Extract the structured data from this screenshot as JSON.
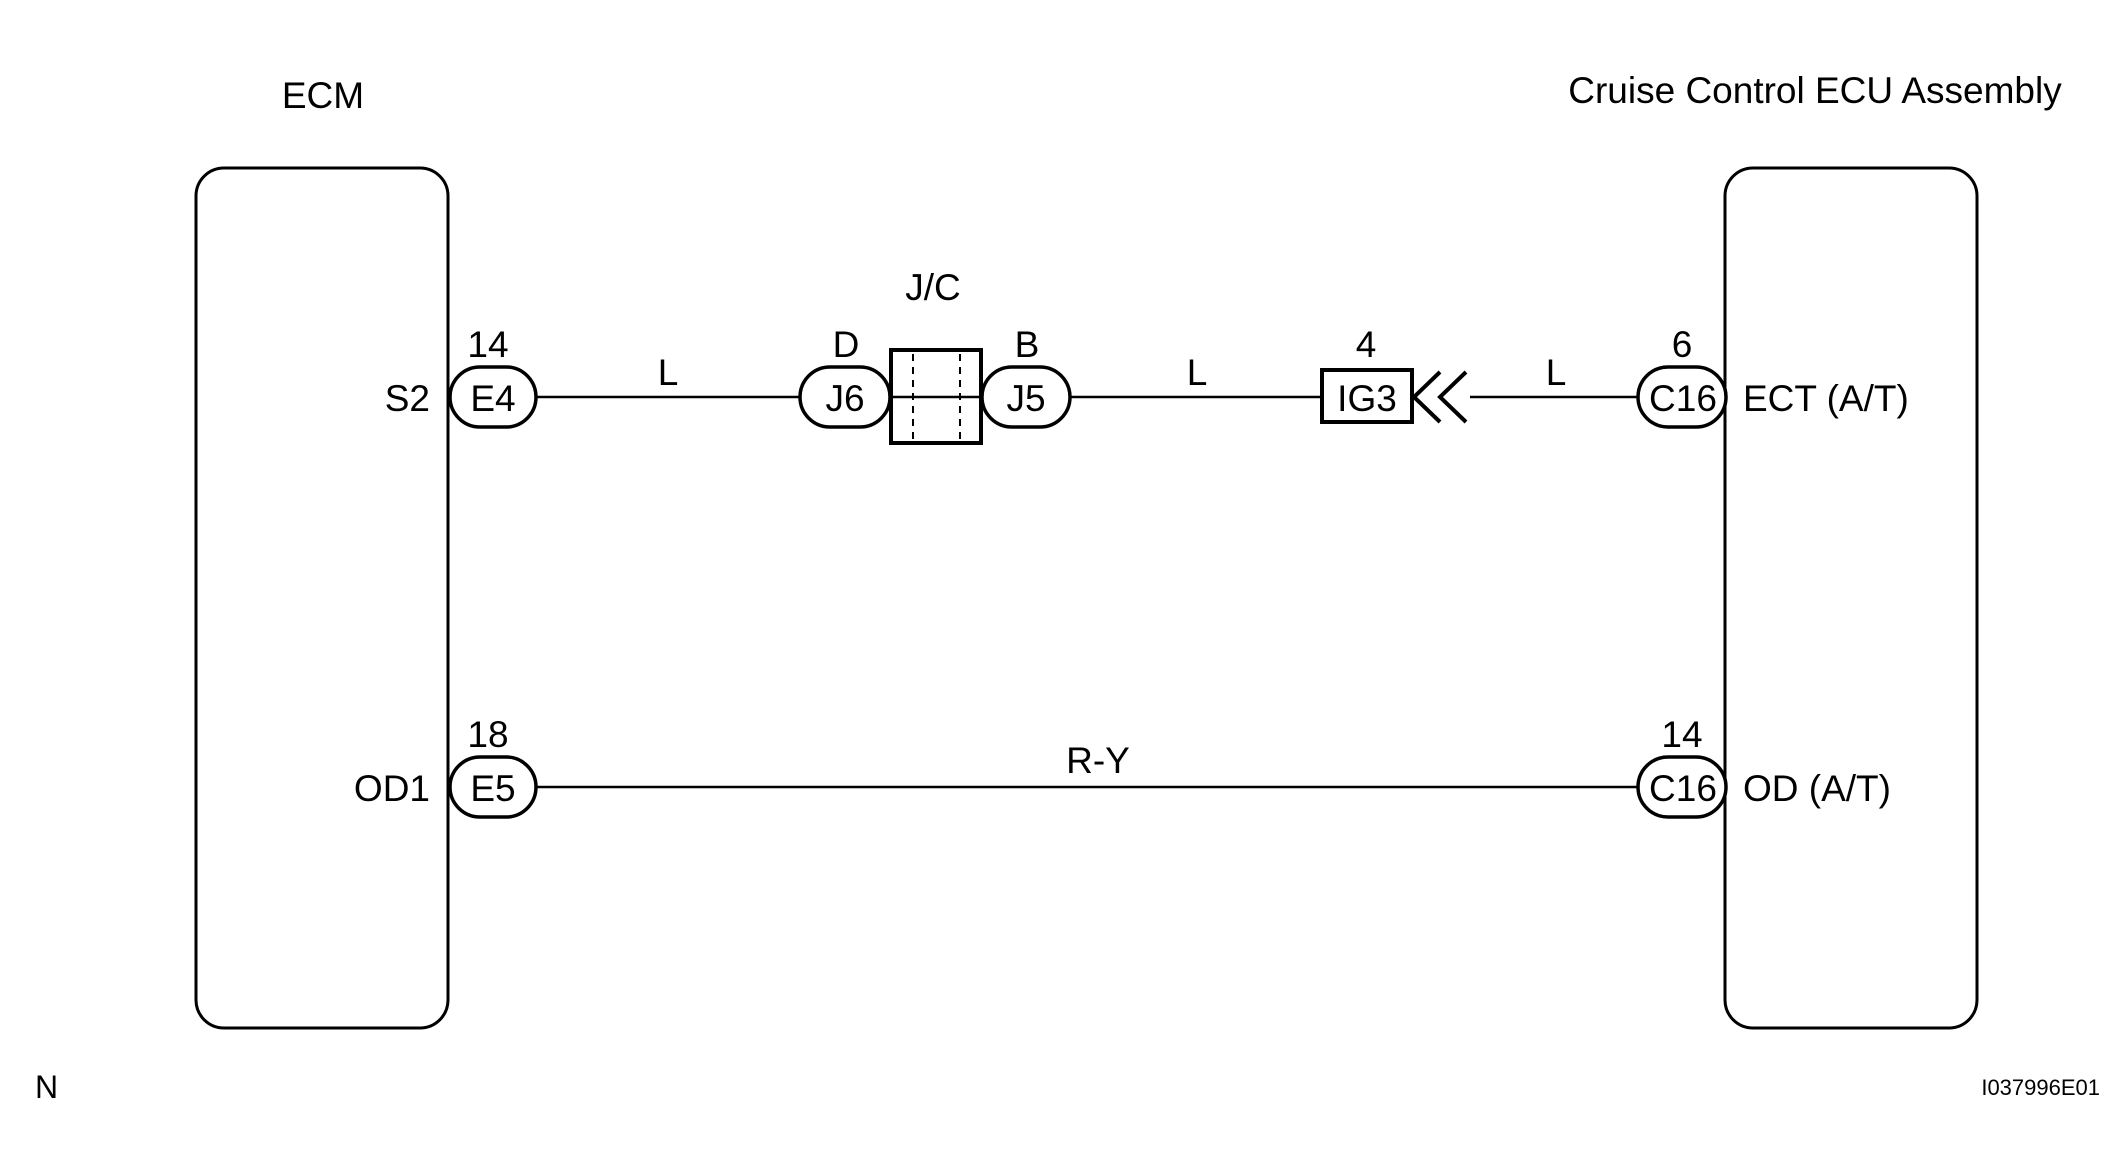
{
  "components": {
    "ecm": {
      "title": "ECM"
    },
    "cruise": {
      "title": "Cruise Control ECU Assembly"
    },
    "junction": {
      "title": "J/C"
    }
  },
  "ecm_pins": [
    {
      "terminal": "S2",
      "pin": "14",
      "connector": "E4"
    },
    {
      "terminal": "OD1",
      "pin": "18",
      "connector": "E5"
    }
  ],
  "cruise_pins": [
    {
      "terminal": "ECT (A/T)",
      "pin": "6",
      "connector": "C16"
    },
    {
      "terminal": "OD (A/T)",
      "pin": "14",
      "connector": "C16"
    }
  ],
  "jc_ports": [
    {
      "letter": "D",
      "connector": "J6"
    },
    {
      "letter": "B",
      "connector": "J5"
    }
  ],
  "inline_connector": {
    "pin": "4",
    "connector": "IG3"
  },
  "wire_colors": {
    "ecm_to_jc": "L",
    "jc_to_ig3": "L",
    "ig3_to_cruise": "L",
    "od_line": "R-Y"
  },
  "footer": {
    "corner_mark": "N",
    "figure_id": "I037996E01"
  }
}
